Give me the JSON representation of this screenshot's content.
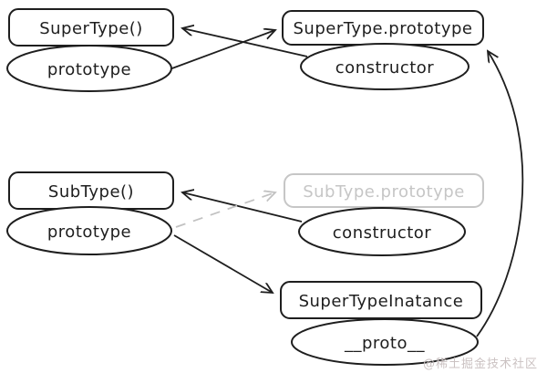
{
  "diagram": {
    "nodes": {
      "supertype_fn": "SuperType()",
      "supertype_fn_prototype": "prototype",
      "supertype_prototype_obj": "SuperType.prototype",
      "supertype_constructor": "constructor",
      "subtype_fn": "SubType()",
      "subtype_fn_prototype": "prototype",
      "subtype_prototype_obj": "SubType.prototype",
      "subtype_constructor": "constructor",
      "instance": "SuperTypeInatance",
      "instance_proto": "__proto__"
    },
    "edges": [
      {
        "from": "SuperType() prototype",
        "to": "SuperType.prototype",
        "style": "solid"
      },
      {
        "from": "SuperType.prototype constructor",
        "to": "SuperType()",
        "style": "solid"
      },
      {
        "from": "SubType() prototype",
        "to": "SubType.prototype",
        "style": "dashed"
      },
      {
        "from": "SubType.prototype constructor",
        "to": "SubType()",
        "style": "solid"
      },
      {
        "from": "SubType() prototype",
        "to": "SuperTypeInatance",
        "style": "solid"
      },
      {
        "from": "SuperTypeInatance __proto__",
        "to": "SuperType.prototype",
        "style": "curved"
      }
    ],
    "colors": {
      "stroke": "#1e1e1e",
      "muted": "#c6c6c6",
      "background": "#ffffff",
      "watermark": "#cbc2c2"
    },
    "watermark": "@稀土掘金技术社区"
  }
}
